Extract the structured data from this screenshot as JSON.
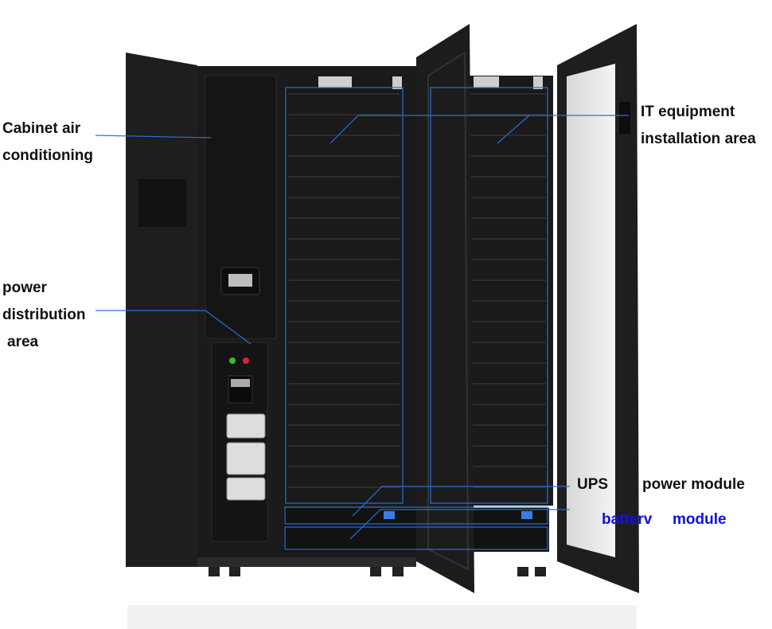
{
  "labels": {
    "air_conditioning": [
      "Cabinet air",
      "conditioning"
    ],
    "power_distribution": [
      "power",
      "distribution",
      "area"
    ],
    "it_equipment": [
      "IT equipment",
      "installation area"
    ],
    "ups": "UPS",
    "power_module": "power module",
    "battery_module": [
      "batterv",
      "module"
    ]
  },
  "colors": {
    "callout_line": "#2a6fd6",
    "battery_label": "#1010e8",
    "cabinet": "#1c1c1c",
    "status_green": "#2fbf3a",
    "status_red": "#d8262b"
  }
}
